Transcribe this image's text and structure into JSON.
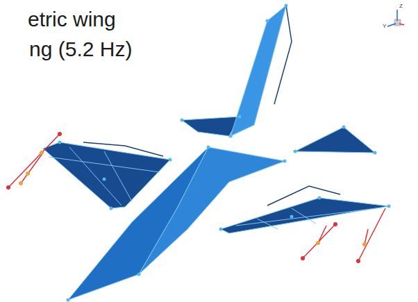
{
  "diagram": {
    "labels": [
      "etric wing",
      "ng (5.2 Hz)",
      "Z",
      "Y"
    ]
  }
}
